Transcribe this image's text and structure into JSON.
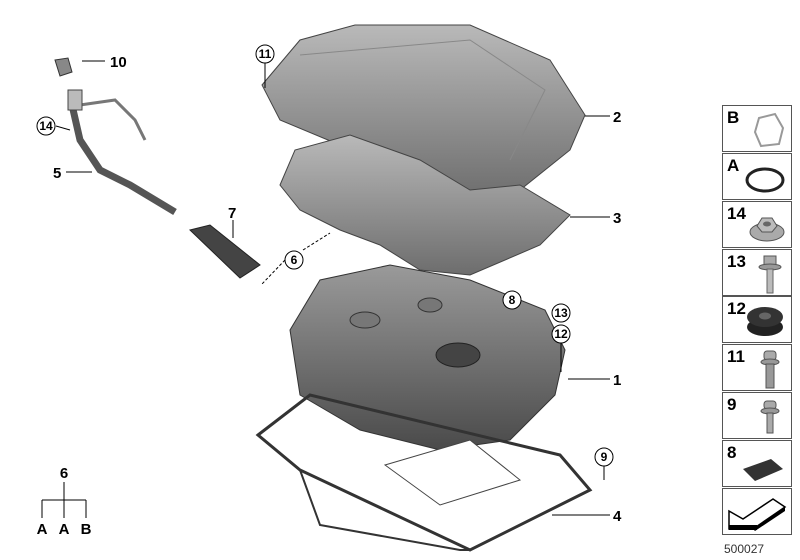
{
  "callouts": {
    "c10": "10",
    "c14": "14",
    "c5": "5",
    "c7": "7",
    "c6": "6",
    "c11": "11",
    "c2": "2",
    "c3": "3",
    "c8": "8",
    "c13": "13",
    "c12": "12",
    "c1": "1",
    "c9": "9",
    "c4": "4"
  },
  "tree": {
    "root": "6",
    "children": [
      "A",
      "A",
      "B"
    ]
  },
  "sidebar": {
    "items": [
      {
        "label": "B",
        "icon": "clamp-ring-icon"
      },
      {
        "label": "A",
        "icon": "o-ring-seal-icon"
      },
      {
        "label": "14",
        "icon": "hex-flange-nut-icon"
      },
      {
        "label": "13",
        "icon": "hex-bolt-icon"
      },
      {
        "label": "12",
        "icon": "rubber-grommet-icon"
      },
      {
        "label": "11",
        "icon": "torx-bolt-icon"
      },
      {
        "label": "9",
        "icon": "torx-bolt-short-icon"
      },
      {
        "label": "8",
        "icon": "foam-pad-icon"
      },
      {
        "label": "",
        "icon": "arrow-icon"
      }
    ]
  },
  "diagram_id": "500027"
}
